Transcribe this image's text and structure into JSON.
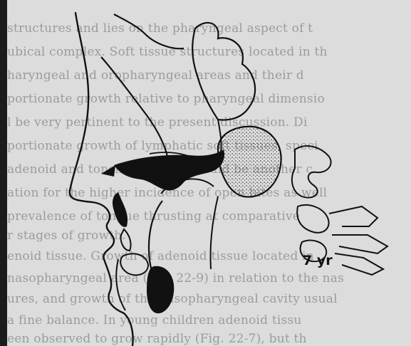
{
  "background_text_lines": [
    "structures and lies on the pharyngeal aspect of t",
    "ubical complex. Soft tissue structures located in th",
    "haryngeal and oropharyngeal areas and their d",
    "portionate growth relative to pharyngeal dimensio",
    "l be very pertinent to the present discussion. Di",
    "portionate growth of lymphatic soft tissues, speci",
    "adenoid and tonsillar tissues, could be another c",
    "ation for the higher incidence of open bites as well",
    "prevalence of tongue thrusting at comparative",
    "r stages of growth.",
    "enoid tissue. Growth of adenoid tissue located in",
    "nasopharyngeal area (Fig. 22-9) in relation to the nas",
    "ures, and growth of the nasopharyngeal cavity usual",
    "a fine balance. In young children adenoid tissu",
    "een observed to grow rapidly (Fig. 22-7), but th"
  ],
  "figure": {
    "age_label": "7 yr"
  }
}
